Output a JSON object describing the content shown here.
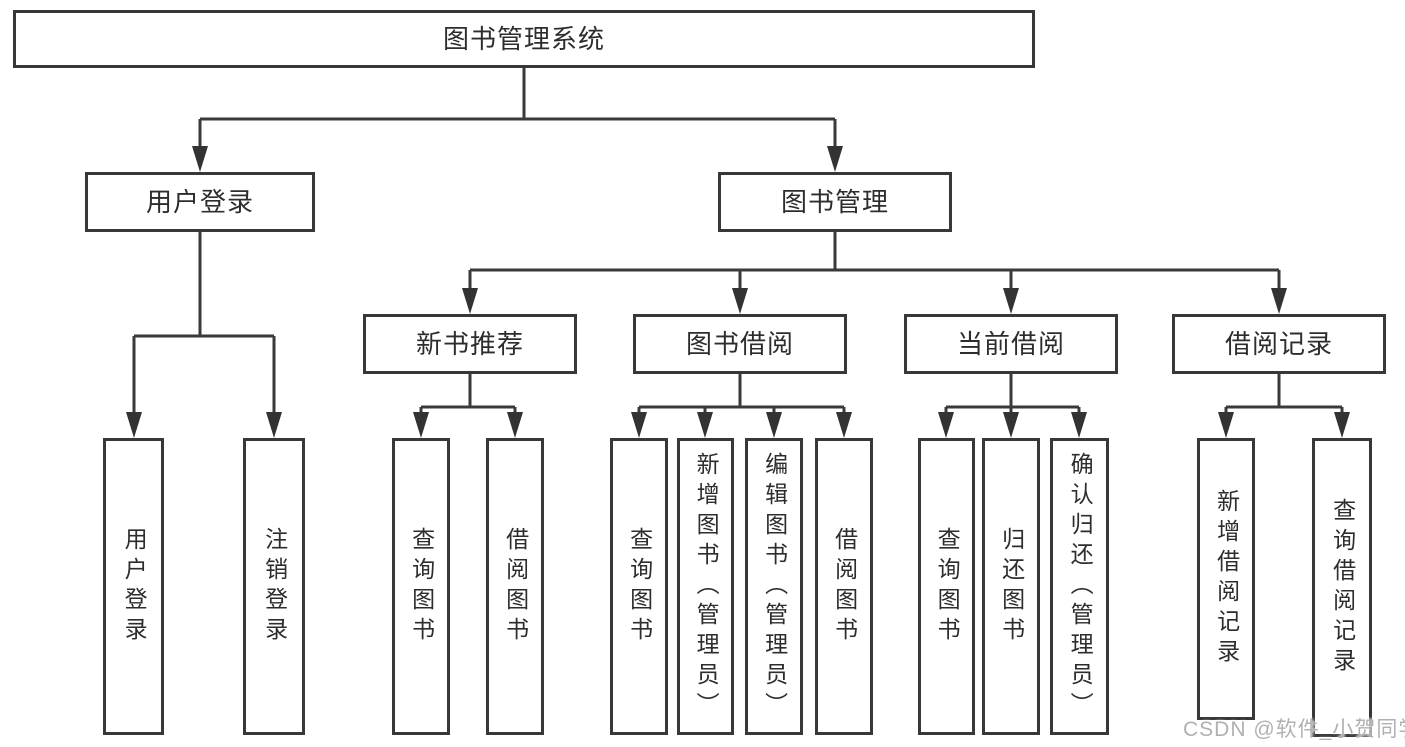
{
  "tree": {
    "root": {
      "label": "图书管理系统"
    },
    "branches": [
      {
        "label": "用户登录",
        "children": [
          {
            "label": "用户登录"
          },
          {
            "label": "注销登录"
          }
        ]
      },
      {
        "label": "图书管理",
        "children": [
          {
            "label": "新书推荐",
            "children": [
              {
                "label": "查询图书"
              },
              {
                "label": "借阅图书"
              }
            ]
          },
          {
            "label": "图书借阅",
            "children": [
              {
                "label": "查询图书"
              },
              {
                "label": "新增图书（管理员）"
              },
              {
                "label": "编辑图书（管理员）"
              },
              {
                "label": "借阅图书"
              }
            ]
          },
          {
            "label": "当前借阅",
            "children": [
              {
                "label": "查询图书"
              },
              {
                "label": "归还图书"
              },
              {
                "label": "确认归还（管理员）"
              }
            ]
          },
          {
            "label": "借阅记录",
            "children": [
              {
                "label": "新增借阅记录"
              },
              {
                "label": "查询借阅记录"
              }
            ]
          }
        ]
      }
    ]
  },
  "watermark": {
    "text": "CSDN @软件_小贺同学"
  },
  "colors": {
    "line": "#3a3a3a",
    "box_border": "#383838",
    "box_fill": "#ffffff",
    "text": "#2d2d2d",
    "watermark": "#b1b1b1"
  }
}
